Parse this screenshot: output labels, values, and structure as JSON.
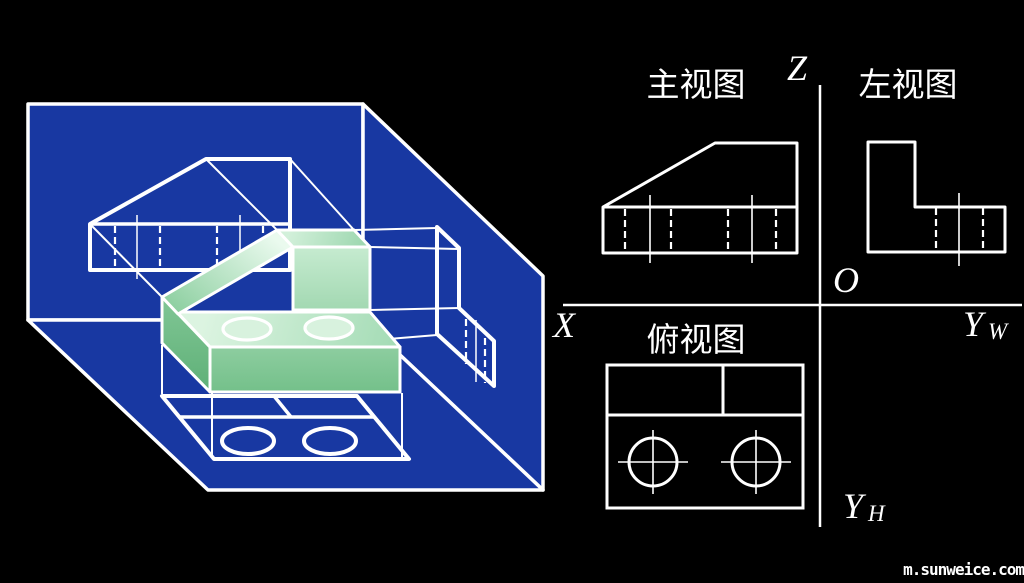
{
  "view_labels": {
    "front_view": "主视图",
    "left_view": "左视图",
    "top_view": "俯视图"
  },
  "axes": {
    "z": "Z",
    "x": "X",
    "origin": "O",
    "y_w_main": "Y",
    "y_w_sub": "W",
    "y_h_main": "Y",
    "y_h_sub": "H"
  },
  "watermark": "m.sunweice.com",
  "colors": {
    "background": "#000000",
    "projection_plane_blue": "#1838A2",
    "line_white": "#FFFFFF",
    "object_green_light": "#DFF5E4",
    "object_green_mid": "#A8DDB8",
    "object_green_dark": "#74C08A"
  }
}
